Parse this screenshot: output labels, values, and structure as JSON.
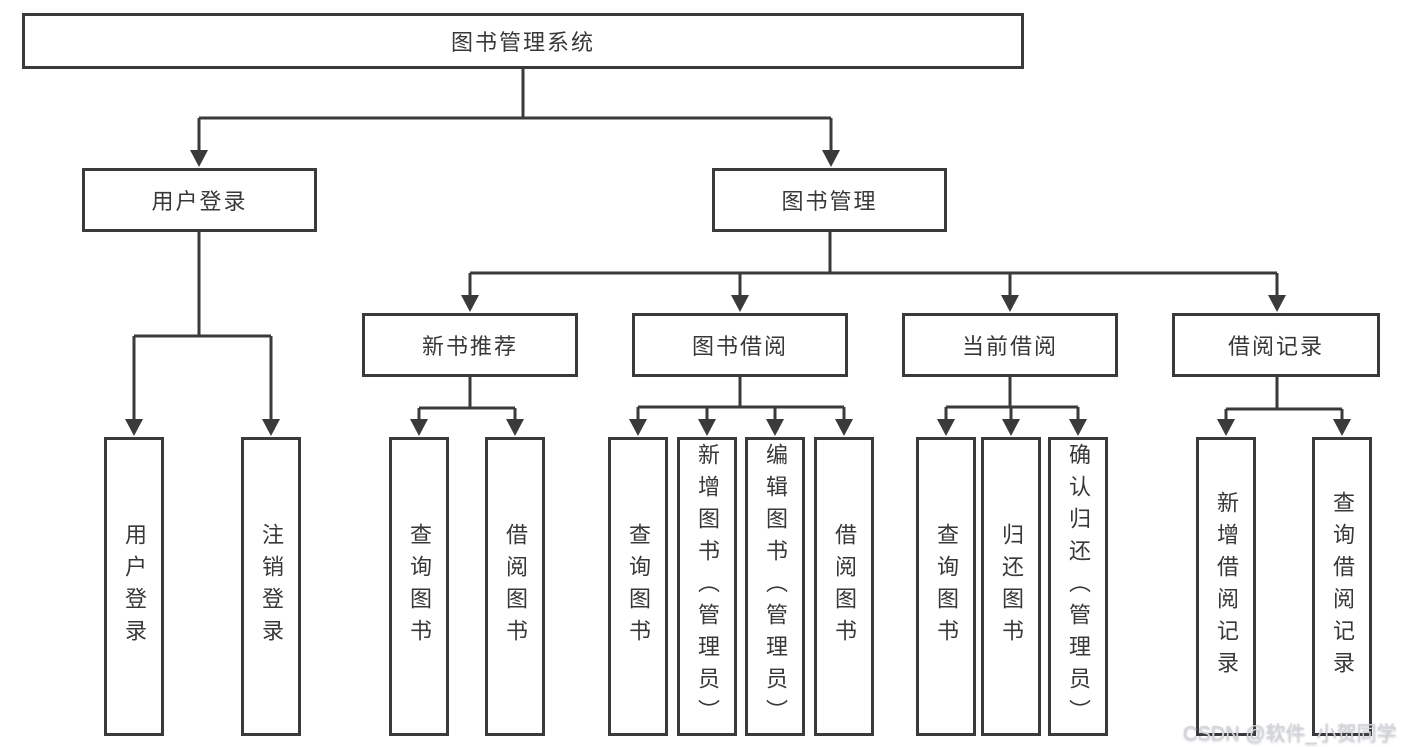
{
  "diagram": {
    "root": "图书管理系统",
    "level2": [
      "用户登录",
      "图书管理"
    ],
    "level3": [
      "新书推荐",
      "图书借阅",
      "当前借阅",
      "借阅记录"
    ],
    "leaves": [
      "用户登录",
      "注销登录",
      "查询图书",
      "借阅图书",
      "查询图书",
      "新增图书（管理员）",
      "编辑图书（管理员）",
      "借阅图书",
      "查询图书",
      "归还图书",
      "确认归还（管理员）",
      "新增借阅记录",
      "查询借阅记录"
    ]
  },
  "watermark": "CSDN @软件_小贺同学",
  "colors": {
    "line": "#3a3a3a",
    "text": "#383838",
    "background": "#ffffff",
    "watermark": "#d2d5da"
  }
}
